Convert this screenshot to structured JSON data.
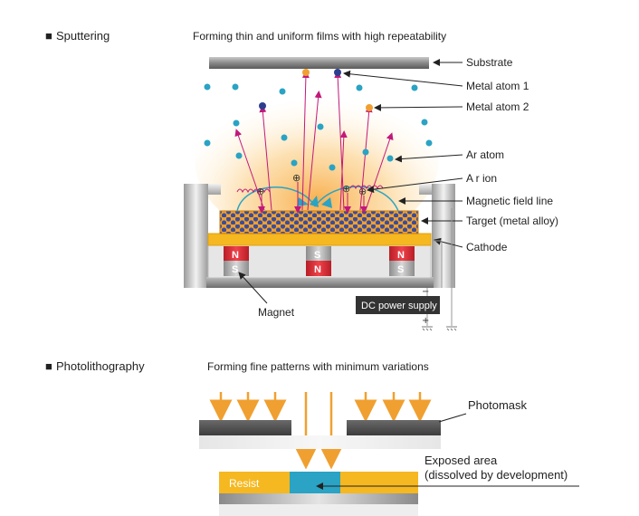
{
  "sputtering": {
    "section_marker": "■",
    "title": "Sputtering",
    "description": "Forming thin and uniform films with high repeatability",
    "labels": {
      "substrate": "Substrate",
      "metal_atom_1": "Metal atom 1",
      "metal_atom_2": "Metal atom 2",
      "ar_atom": "Ar atom",
      "ar_ion": "A r ion",
      "magnetic_field_line": "Magnetic field line",
      "target": "Target (metal alloy)",
      "cathode": "Cathode",
      "magnet": "Magnet",
      "dc_power_supply": "DC power supply",
      "minus": "−",
      "plus": "+"
    },
    "magnets": [
      {
        "top": "N",
        "bottom": "S"
      },
      {
        "top": "S",
        "bottom": "N"
      },
      {
        "top": "N",
        "bottom": "S"
      }
    ],
    "ion_symbol": "⊕"
  },
  "photolithography": {
    "section_marker": "■",
    "title": "Photolithography",
    "description": "Forming fine patterns with minimum variations",
    "labels": {
      "photomask": "Photomask",
      "exposed_area_line1": "Exposed area",
      "exposed_area_line2": "(dissolved by development)",
      "resist": "Resist"
    }
  },
  "colors": {
    "orange": "#f0a030",
    "teal": "#2aa3c4",
    "navy": "#2c3f8f",
    "magenta": "#c2187a",
    "red_magnet": "#d9252f",
    "gold": "#f5b820",
    "dark_gray": "#555555"
  }
}
